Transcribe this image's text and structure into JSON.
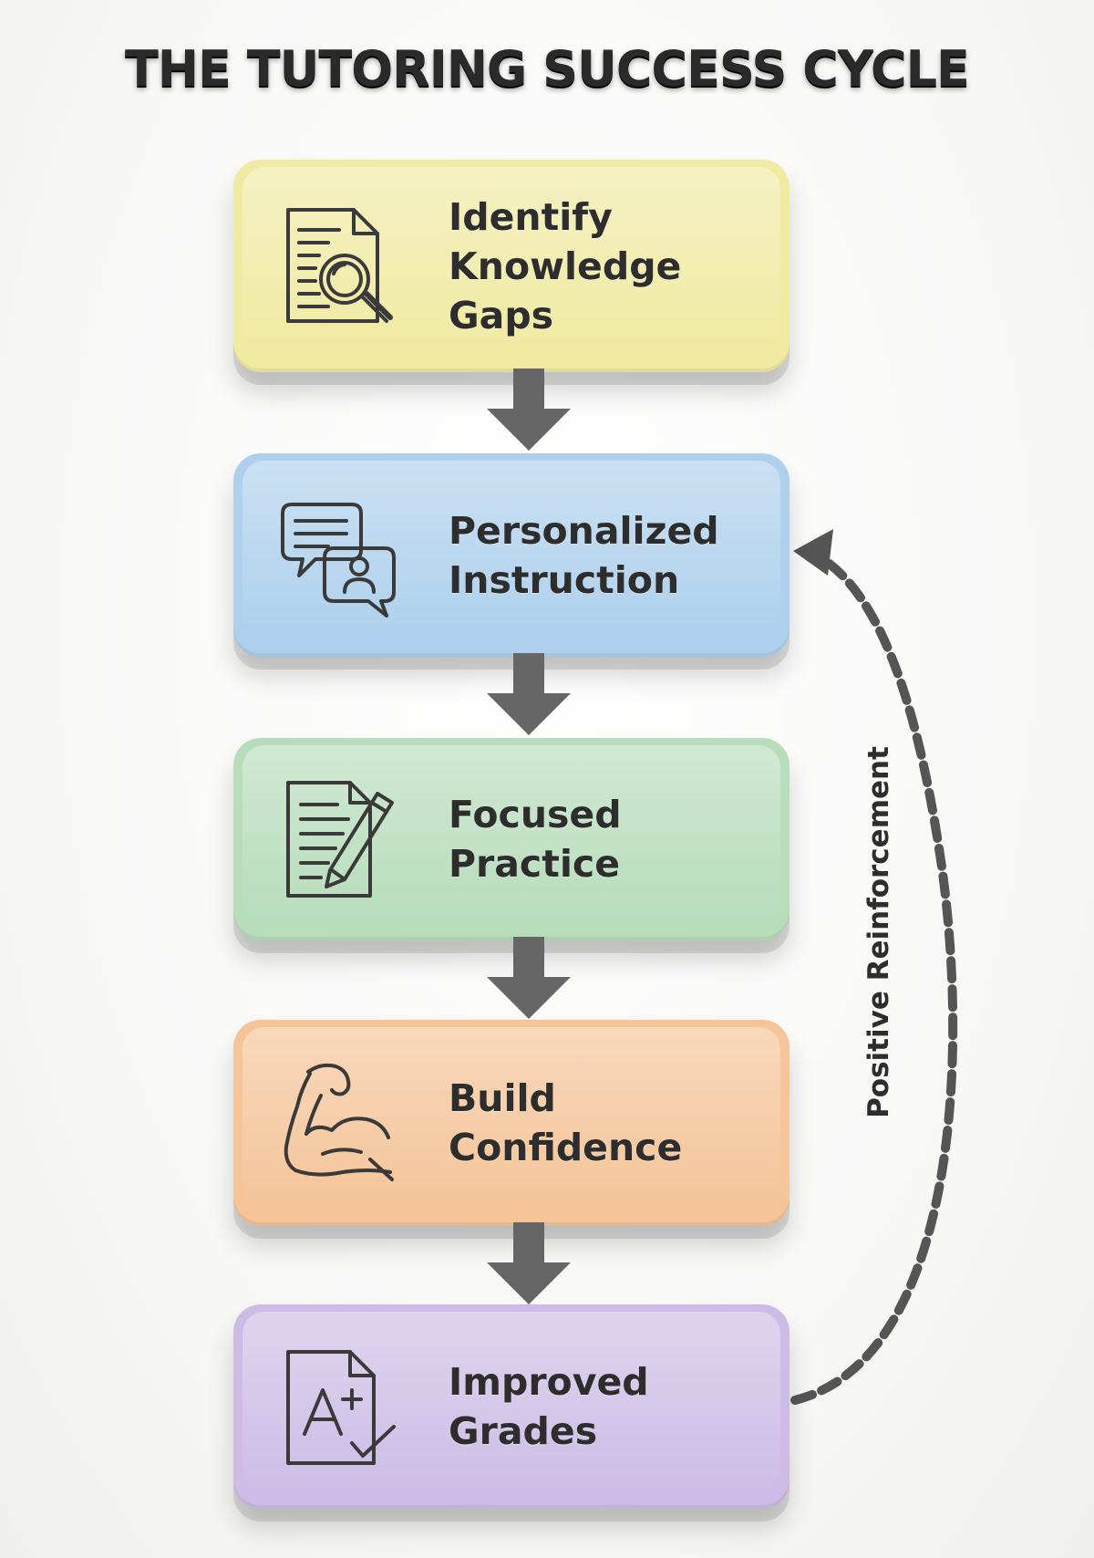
{
  "title": "THE TUTORING SUCCESS CYCLE",
  "steps": [
    {
      "lines": [
        "Identify",
        "Knowledge",
        "Gaps"
      ],
      "icon": "document-magnifier-icon",
      "color": "#f0eaa2"
    },
    {
      "lines": [
        "Personalized",
        "Instruction"
      ],
      "icon": "chat-bubbles-icon",
      "color": "#aed0ec"
    },
    {
      "lines": [
        "Focused",
        "Practice"
      ],
      "icon": "document-pencil-icon",
      "color": "#b7ddbb"
    },
    {
      "lines": [
        "Build",
        "Confidence"
      ],
      "icon": "flexed-arm-icon",
      "color": "#f5c498"
    },
    {
      "lines": [
        "Improved",
        "Grades"
      ],
      "icon": "graded-paper-icon",
      "color": "#cdbde6"
    }
  ],
  "loop": {
    "label": "Positive Reinforcement",
    "color": "#555555"
  },
  "arrow_color": "#666666"
}
